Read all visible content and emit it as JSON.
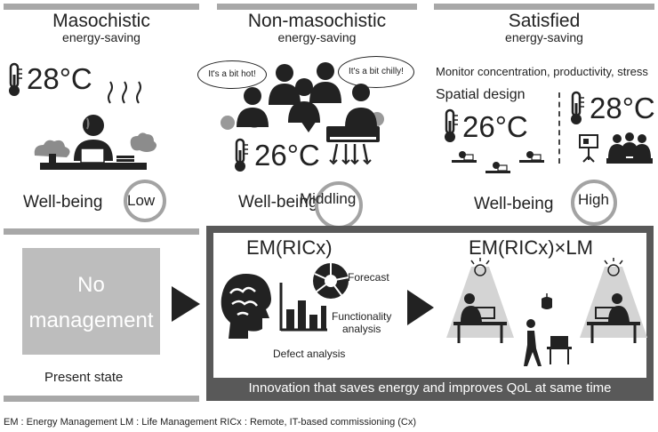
{
  "columns": {
    "masochistic": {
      "title": "Masochistic",
      "subtitle": "energy-saving",
      "temp": "28°C",
      "wellbeing_label": "Well-being",
      "wellbeing_level": "Low"
    },
    "non_masochistic": {
      "title": "Non-masochistic",
      "subtitle": "energy-saving",
      "temp": "26°C",
      "bubble_hot": "It's a bit hot!",
      "bubble_chilly": "It's a bit chilly!",
      "wellbeing_label": "Well-being",
      "wellbeing_level": "Middling"
    },
    "satisfied": {
      "title": "Satisfied",
      "subtitle": "energy-saving",
      "monitor_text": "Monitor concentration, productivity, stress",
      "spatial_design": "Spatial design",
      "temp_left": "26°C",
      "temp_right": "28°C",
      "wellbeing_label": "Well-being",
      "wellbeing_level": "High"
    }
  },
  "present": {
    "box_text_1": "No",
    "box_text_2": "management",
    "label": "Present state"
  },
  "em": {
    "title_left": "EM(RICx)",
    "title_right": "EM(RICx)×LM",
    "forecast": "Forecast",
    "functionality_1": "Functionality",
    "functionality_2": "analysis",
    "defect": "Defect analysis",
    "footer": "Innovation that saves energy and improves QoL at same time"
  },
  "legend": "EM : Energy Management   LM : Life Management    RICx : Remote, IT-based commissioning (Cx)",
  "colors": {
    "bar": "#a8a8a8",
    "ring": "#a3a3a3",
    "em_frame": "#595959",
    "no_mgmt_box": "#bdbdbd"
  },
  "icons": [
    "thermometer-icon",
    "steam-icon",
    "office-worker-icon",
    "air-conditioner-icon",
    "brain-icon",
    "bar-chart-icon",
    "pie-chart-icon",
    "lamp-icon",
    "desk-worker-icon",
    "meeting-icon",
    "arrow-right-icon",
    "arrow-down-icon"
  ]
}
